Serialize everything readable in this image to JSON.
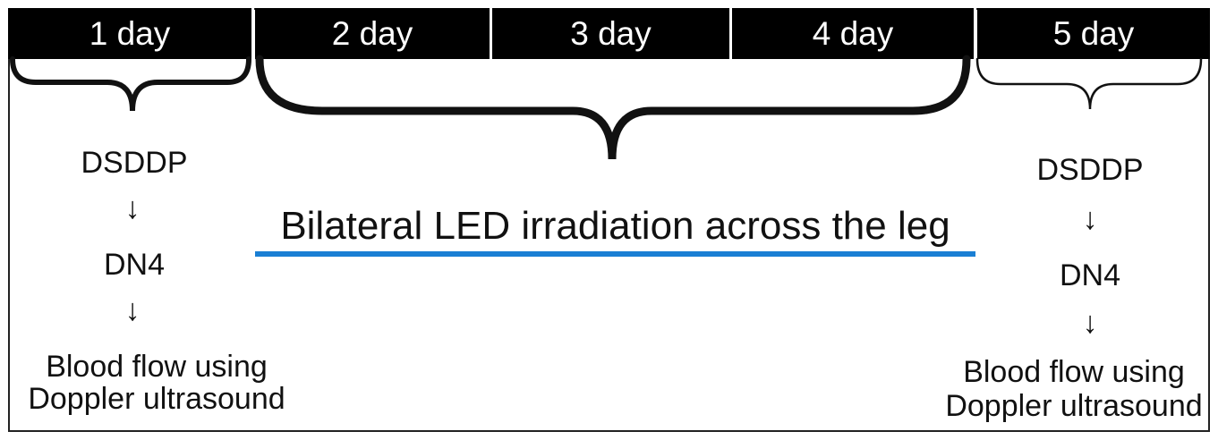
{
  "timeline": {
    "days": [
      "1 day",
      "2 day",
      "3 day",
      "4 day",
      "5 day"
    ]
  },
  "start_column": {
    "steps": [
      "DSDDP",
      "DN4"
    ],
    "final_line1": "Blood flow using",
    "final_line2": "Doppler ultrasound"
  },
  "end_column": {
    "steps": [
      "DSDDP",
      "DN4"
    ],
    "final_line1": "Blood flow using",
    "final_line2": "Doppler ultrasound"
  },
  "middle": {
    "label": "Bilateral LED irradiation across the leg",
    "underline_color": "#1a7fd4"
  },
  "arrow_glyph": "↓"
}
